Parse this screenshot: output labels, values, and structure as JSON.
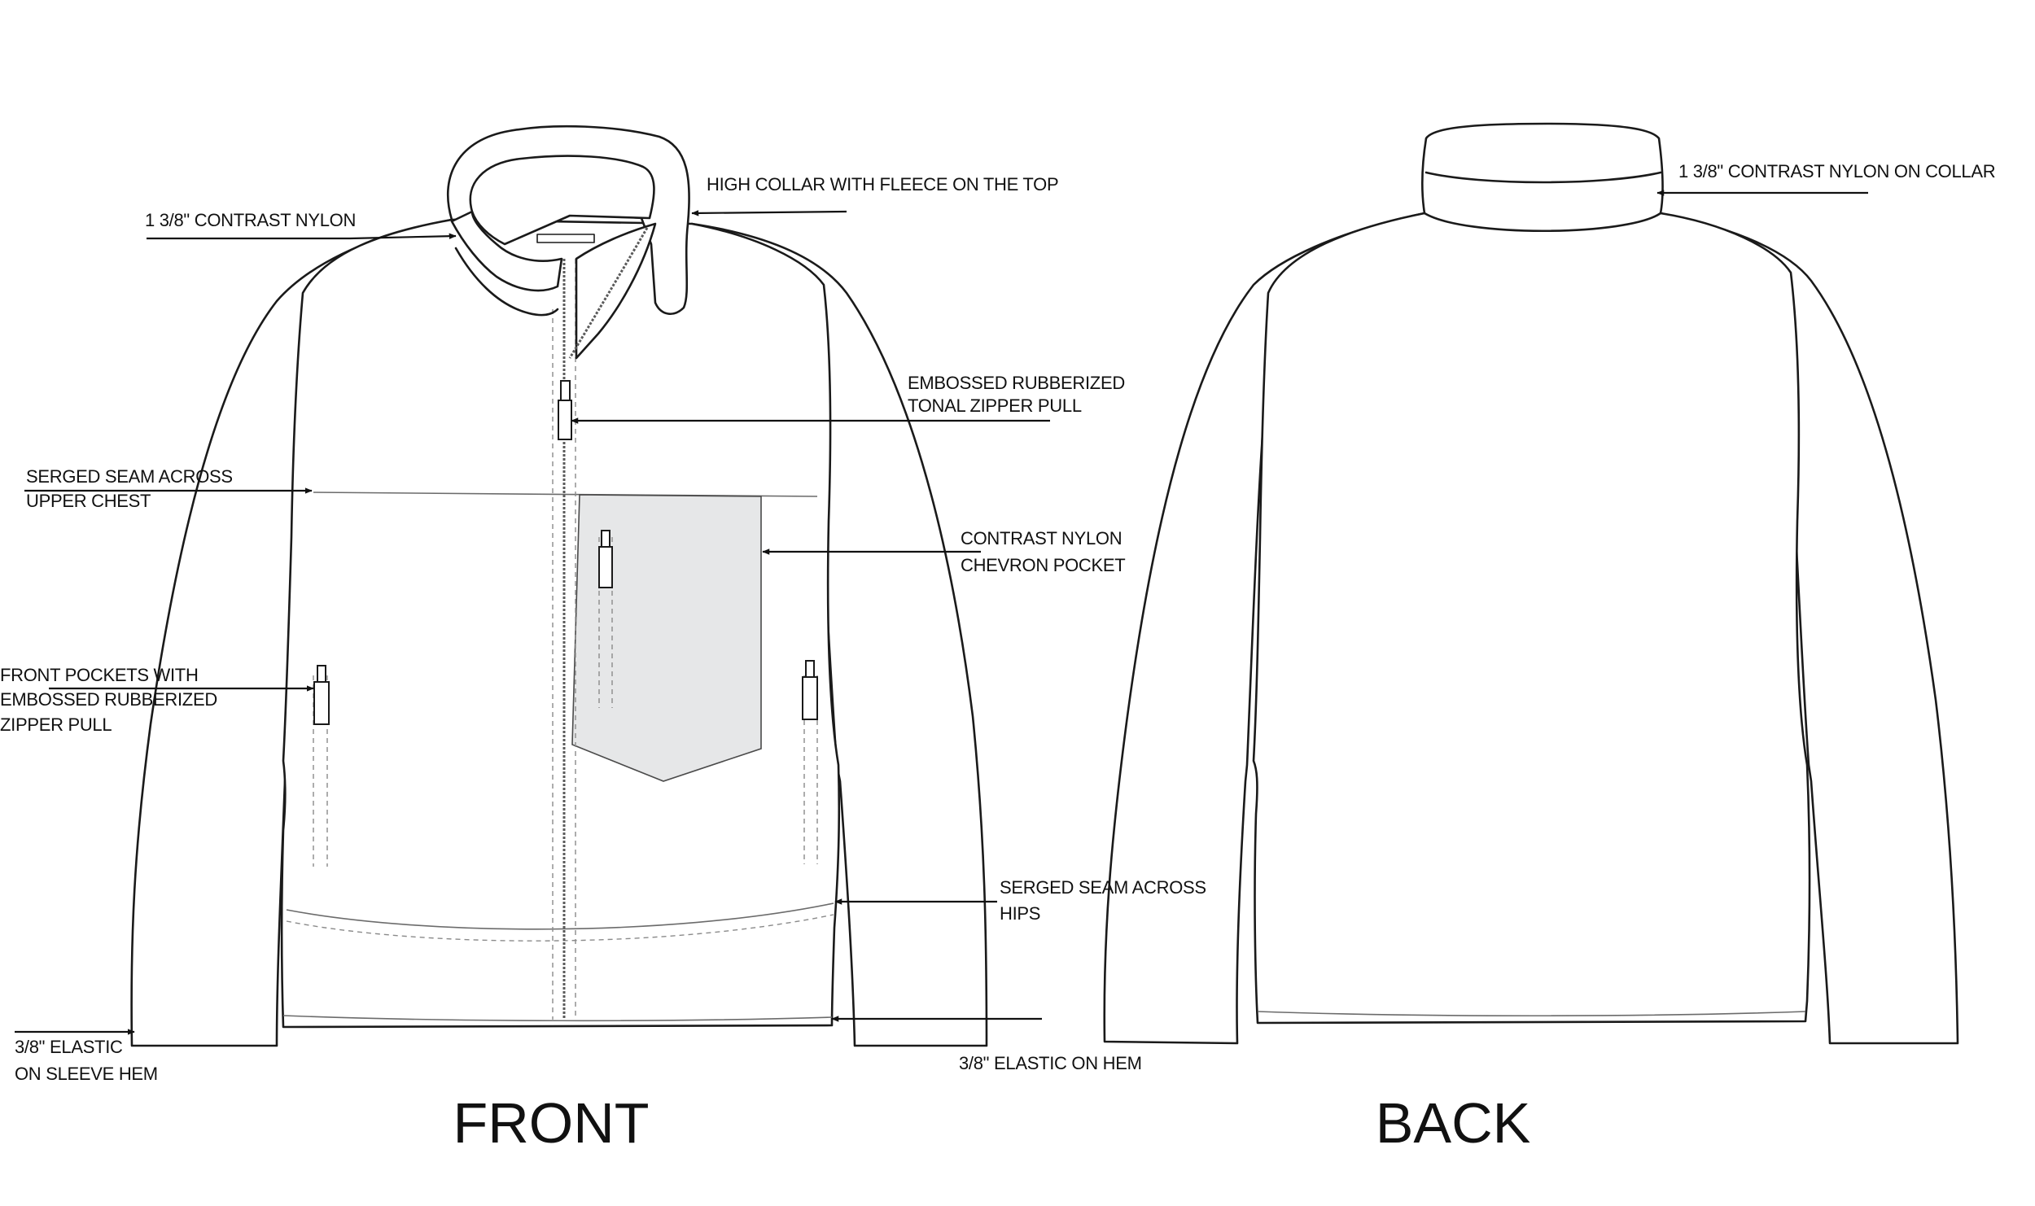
{
  "views": {
    "front": "FRONT",
    "back": "BACK"
  },
  "callouts": {
    "front_collar_nylon": "1 3/8\" CONTRAST NYLON",
    "high_collar": "HIGH COLLAR WITH FLEECE ON THE TOP",
    "zipper_pull": [
      "EMBOSSED RUBBERIZED",
      "TONAL ZIPPER PULL"
    ],
    "chest_seam": [
      "SERGED SEAM ACROSS",
      "UPPER CHEST"
    ],
    "chevron_pocket": [
      "CONTRAST NYLON",
      "CHEVRON POCKET"
    ],
    "front_pockets": [
      "FRONT POCKETS  WITH",
      "EMBOSSED RUBBERIZED",
      "ZIPPER PULL"
    ],
    "hip_seam": [
      "SERGED SEAM ACROSS",
      "HIPS"
    ],
    "sleeve_elastic": [
      "3/8\" ELASTIC",
      "ON SLEEVE HEM"
    ],
    "hem_elastic": "3/8\" ELASTIC ON HEM",
    "back_collar_nylon": "1 3/8\"  CONTRAST NYLON ON COLLAR"
  },
  "colors": {
    "line": "#1a1a1a",
    "pocket_fill": "#e6e7e8",
    "background": "#ffffff"
  }
}
